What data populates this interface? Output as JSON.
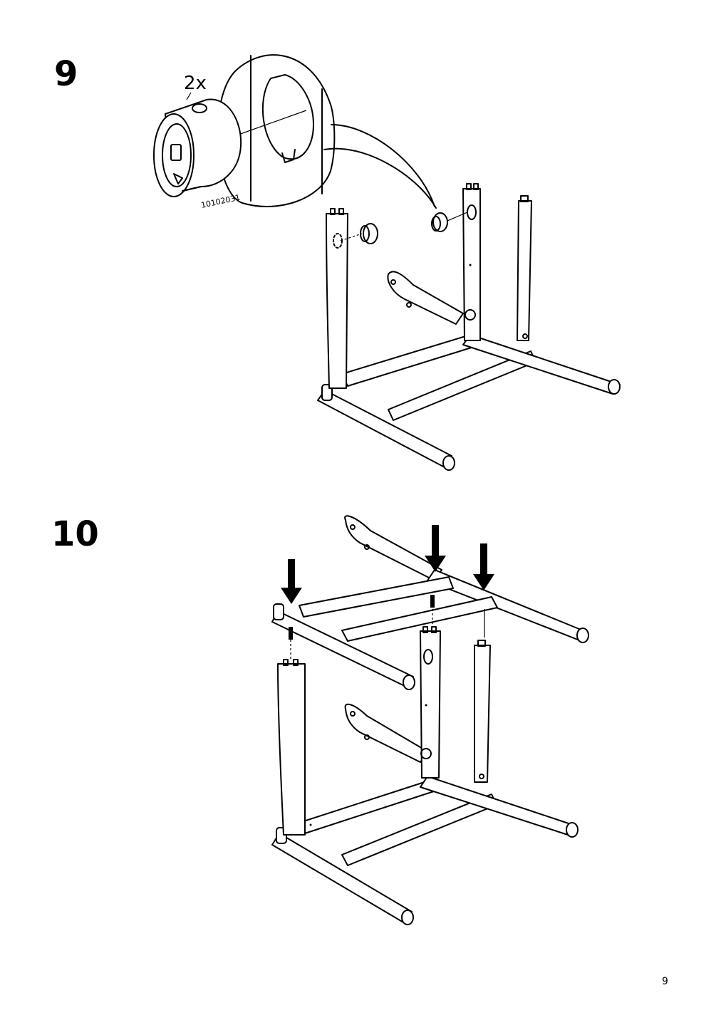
{
  "page": {
    "number": "9"
  },
  "steps": [
    {
      "number": "9",
      "quantity": "2x",
      "part_id": "10102031"
    },
    {
      "number": "10"
    }
  ]
}
